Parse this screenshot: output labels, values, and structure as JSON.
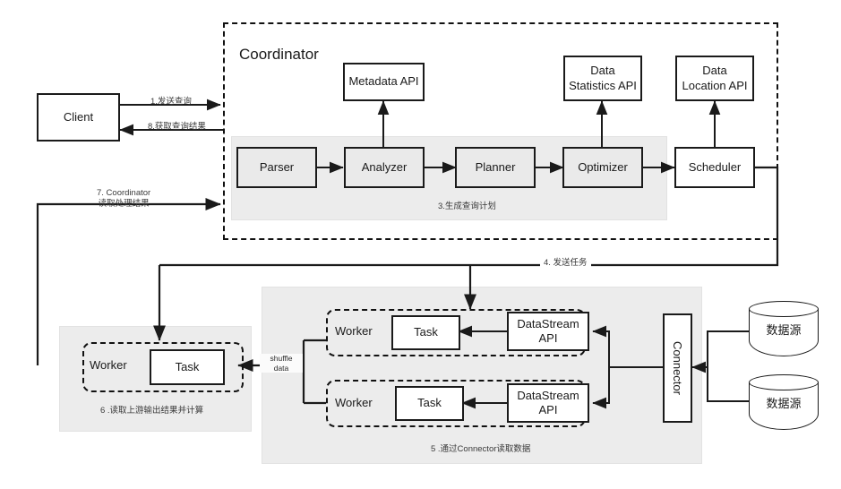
{
  "diagram": {
    "coordinator": {
      "title": "Coordinator",
      "plan_region_label": "3.生成查询计划",
      "stages": [
        {
          "name": "Parser"
        },
        {
          "name": "Analyzer"
        },
        {
          "name": "Planner"
        },
        {
          "name": "Optimizer"
        },
        {
          "name": "Scheduler"
        }
      ],
      "apis": [
        {
          "name": "Metadata API"
        },
        {
          "name": "Data\nStatistics API"
        },
        {
          "name": "Data\nLocation API"
        }
      ]
    },
    "client": {
      "name": "Client",
      "send_query_label": "1.发送查询",
      "get_result_label": "8.获取查询结果"
    },
    "flows": {
      "coordinator_read_label": "7. Coordinator\n读取处理结果",
      "send_task_label": "4. 发送任务",
      "shuffle_label": "shuffle\ndata"
    },
    "downstream_region": {
      "label": "6 .读取上游输出结果并计算",
      "worker": {
        "name": "Worker",
        "task": "Task"
      }
    },
    "upstream_region": {
      "label": "5 .通过Connector读取数据",
      "workers": [
        {
          "name": "Worker",
          "task": "Task",
          "api": "DataStream\nAPI"
        },
        {
          "name": "Worker",
          "task": "Task",
          "api": "DataStream\nAPI"
        }
      ],
      "connector": {
        "name": "Connector"
      }
    },
    "data_sources": [
      {
        "name": "数据源"
      },
      {
        "name": "数据源"
      }
    ],
    "colors": {
      "line": "#1a1a1a",
      "region_fill": "#ececec",
      "box_shaded": "#eaeaea",
      "box_fill": "#ffffff"
    }
  }
}
